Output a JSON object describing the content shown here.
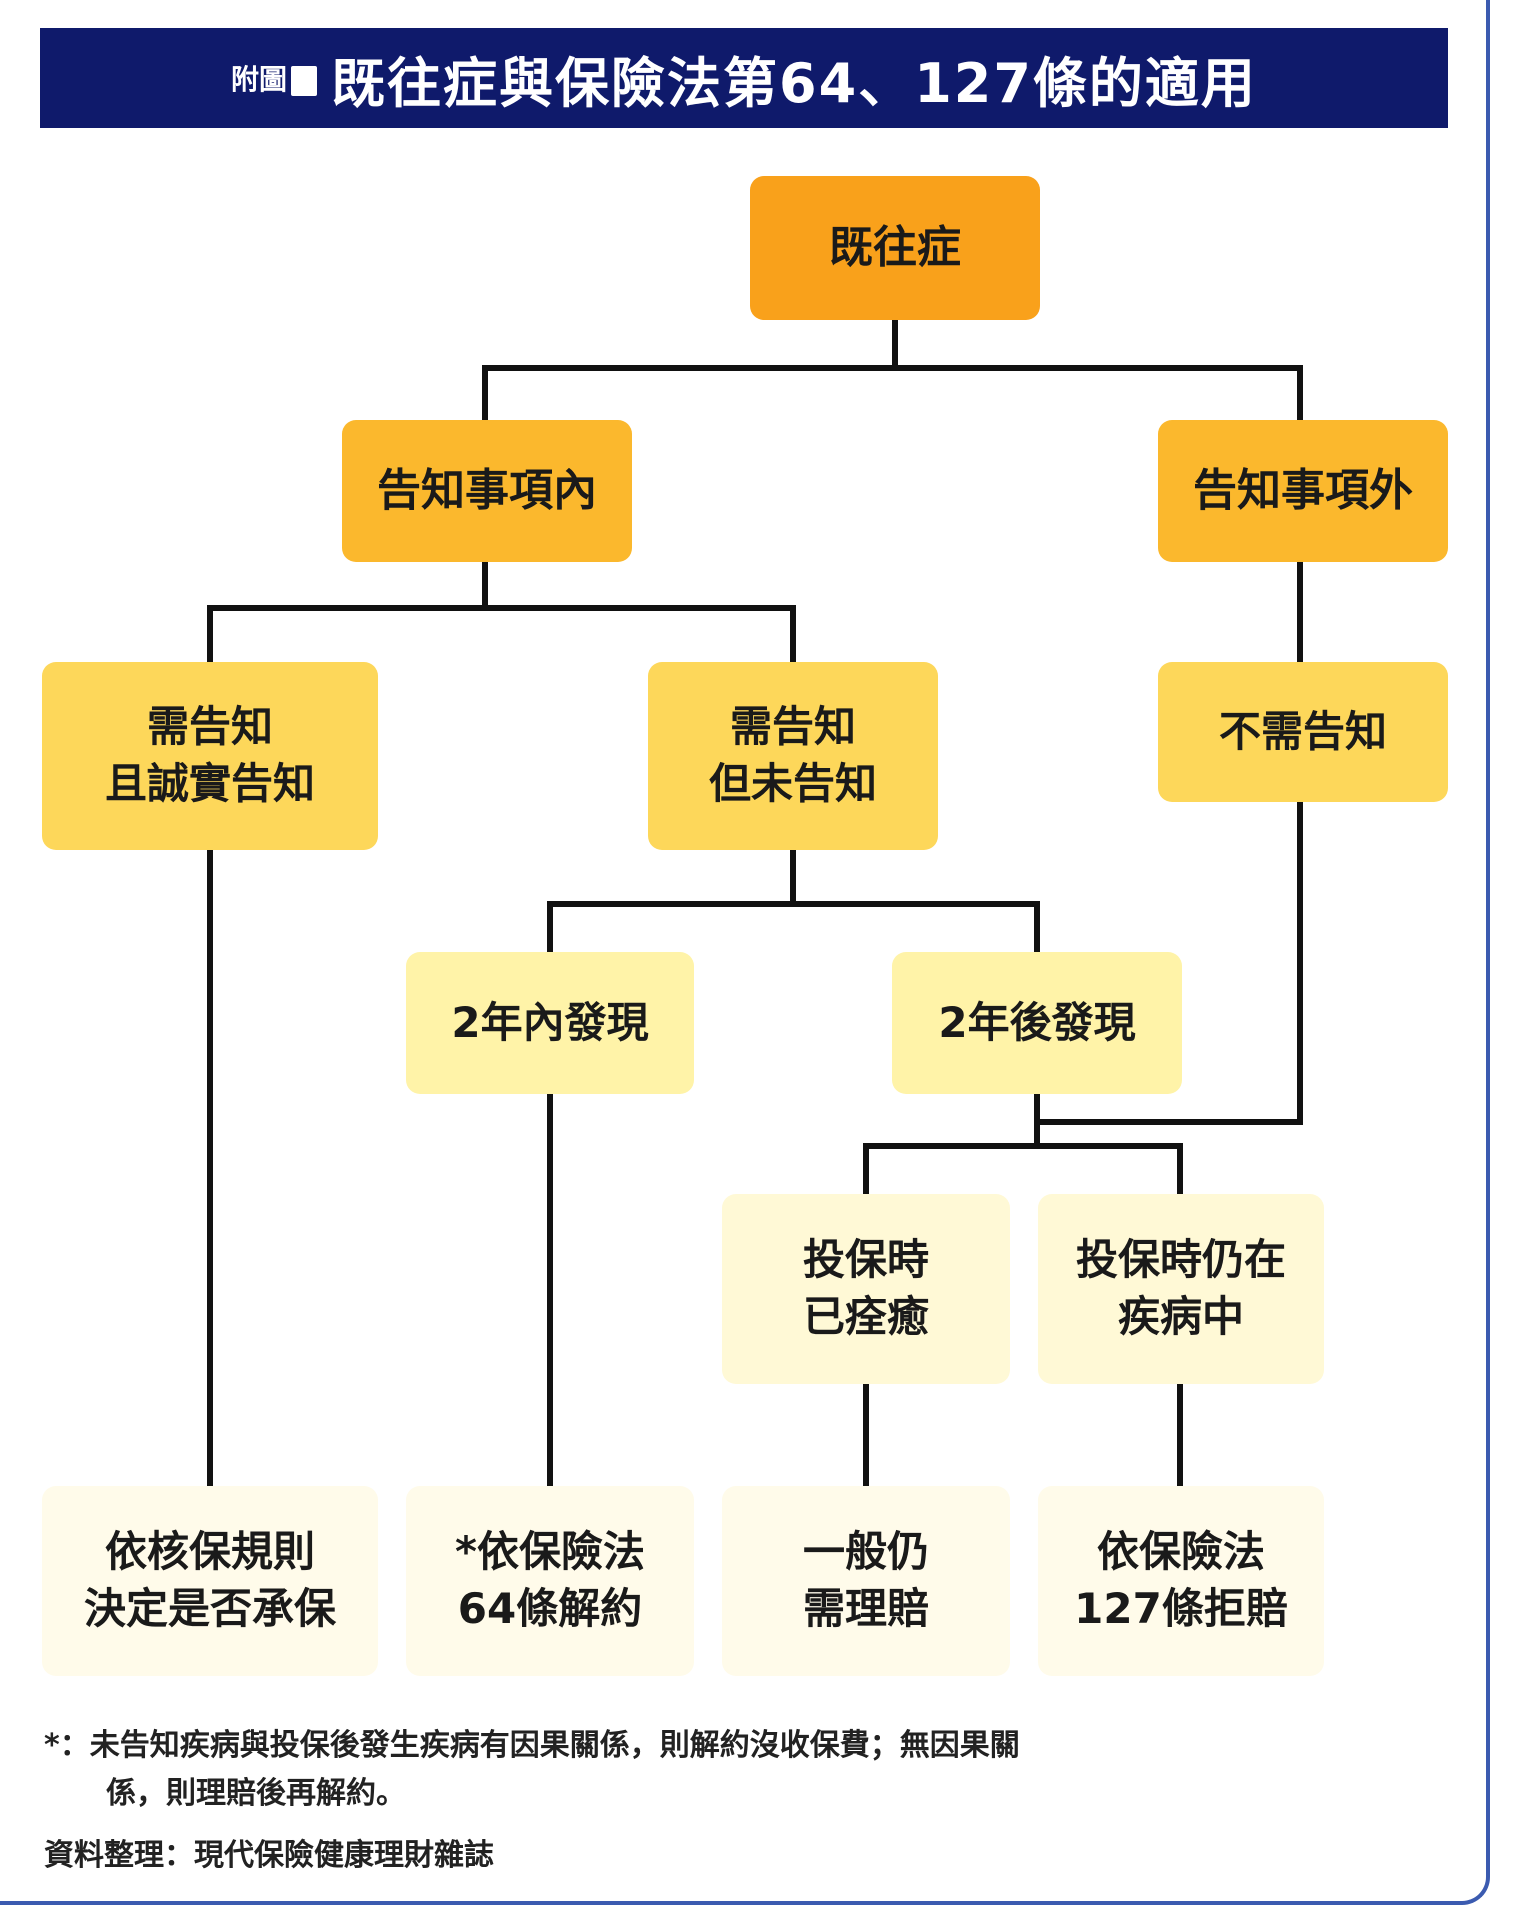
{
  "header": {
    "label": "附圖",
    "title": "既往症與保險法第64、127條的適用"
  },
  "nodes": {
    "root": "既往症",
    "within": "告知事項內",
    "outside": "告知事項外",
    "honest": [
      "需告知",
      "且誠實告知"
    ],
    "undisclosed": [
      "需告知",
      "但未告知"
    ],
    "no_need": "不需告知",
    "within2": "2年內發現",
    "after2": "2年後發現",
    "healed": [
      "投保時",
      "已痊癒"
    ],
    "still_ill": [
      "投保時仍在",
      "疾病中"
    ],
    "out_underwrite": [
      "依核保規則",
      "決定是否承保"
    ],
    "out_64": [
      "*依保險法",
      "64條解約"
    ],
    "out_pay": [
      "一般仍",
      "需理賠"
    ],
    "out_127": [
      "依保險法",
      "127條拒賠"
    ]
  },
  "footnote": {
    "line1": "*：未告知疾病與投保後發生疾病有因果關係，則解約沒收保費；無因果關",
    "line2": "係，則理賠後再解約。"
  },
  "source": "資料整理：現代保險健康理財雜誌"
}
